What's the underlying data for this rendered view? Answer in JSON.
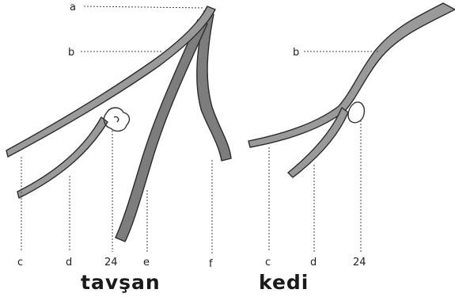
{
  "diagrams": [
    {
      "caption": "tavşan",
      "labels": {
        "a": "a",
        "b": "b",
        "c": "c",
        "d": "d",
        "n24": "24",
        "e": "e",
        "f": "f"
      }
    },
    {
      "caption": "kedi",
      "labels": {
        "b": "b",
        "c": "c",
        "d": "d",
        "n24": "24"
      }
    }
  ]
}
